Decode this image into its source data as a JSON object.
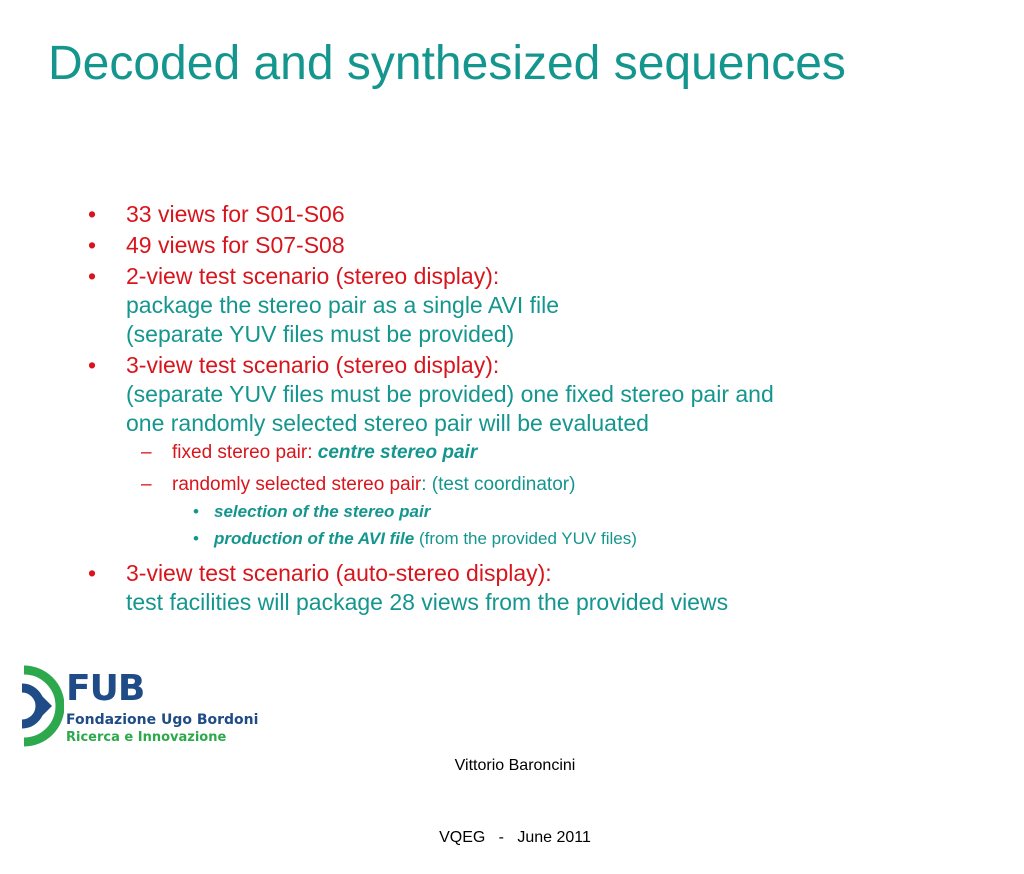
{
  "title": "Decoded and synthesized sequences",
  "bullets": {
    "b1": "33 views for S01-S06",
    "b2": "49 views for S07-S08",
    "b3": {
      "head": "2-view test scenario (stereo display):",
      "line2": "package the stereo pair as a single AVI file",
      "line3": "(separate YUV files must be provided)"
    },
    "b4": {
      "head": "3-view test scenario (stereo display):",
      "line2": "(separate YUV files must be provided) one fixed stereo pair and",
      "line3": "one randomly selected stereo pair will be evaluated",
      "sub1": {
        "label": "fixed stereo pair",
        "colon": ":",
        "value": "centre stereo pair"
      },
      "sub2": {
        "label": "randomly selected stereo pair",
        "rest": ": (test coordinator)",
        "items": [
          {
            "emph": "selection of the stereo pair",
            "rest": ""
          },
          {
            "emph": "production of the AVI file",
            "rest": " (from the provided YUV files)"
          }
        ]
      }
    },
    "b5": {
      "head": "3-view test scenario (auto-stereo display):",
      "line2": "test facilities will package 28 views from the provided views"
    }
  },
  "logo": {
    "name": "FUB",
    "line1": "Fondazione Ugo Bordoni",
    "line2": "Ricerca e Innovazione"
  },
  "footer": {
    "author": "Vittorio Baroncini",
    "event": "VQEG   -   June 2011"
  },
  "colors": {
    "title": "#14968f",
    "red": "#d8151d",
    "teal": "#14968f",
    "logo_blue": "#1f4b86",
    "logo_green": "#2ea84c"
  }
}
